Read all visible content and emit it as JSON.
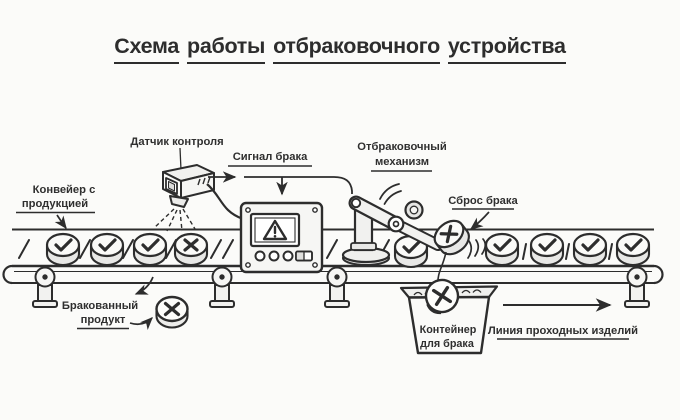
{
  "title": "Схема работы отбраковочного устройства",
  "labels": {
    "sensor": "Датчик контроля",
    "signal": "Сигнал брака",
    "mechanism_line1": "Отбраковочный",
    "mechanism_line2": "механизм",
    "conveyor_line1": "Конвейер с",
    "conveyor_line2": "продукцией",
    "reject_drop": "Сброс брака",
    "defective_line1": "Бракованный",
    "defective_line2": "продукт",
    "container_line1": "Контейнер",
    "container_line2": "для брака",
    "pass_line": "Линия проходных изделий"
  },
  "conveyor": {
    "incoming_products": [
      "ok",
      "ok",
      "ok",
      "reject"
    ],
    "at_mechanism": [
      "ok"
    ],
    "ejected_product": "reject",
    "outgoing_products": [
      "ok",
      "ok",
      "ok",
      "ok"
    ],
    "in_container": "reject",
    "standalone_example": "reject"
  },
  "icons": {
    "ok_mark": "check-icon",
    "reject_mark": "cross-icon",
    "panel_screen": "warning-triangle-icon"
  },
  "colors": {
    "ink": "#2d2d2d",
    "paper": "#fbfbf9",
    "fill_light": "#f4f4f2",
    "fill_mid": "#e6e6e4"
  }
}
